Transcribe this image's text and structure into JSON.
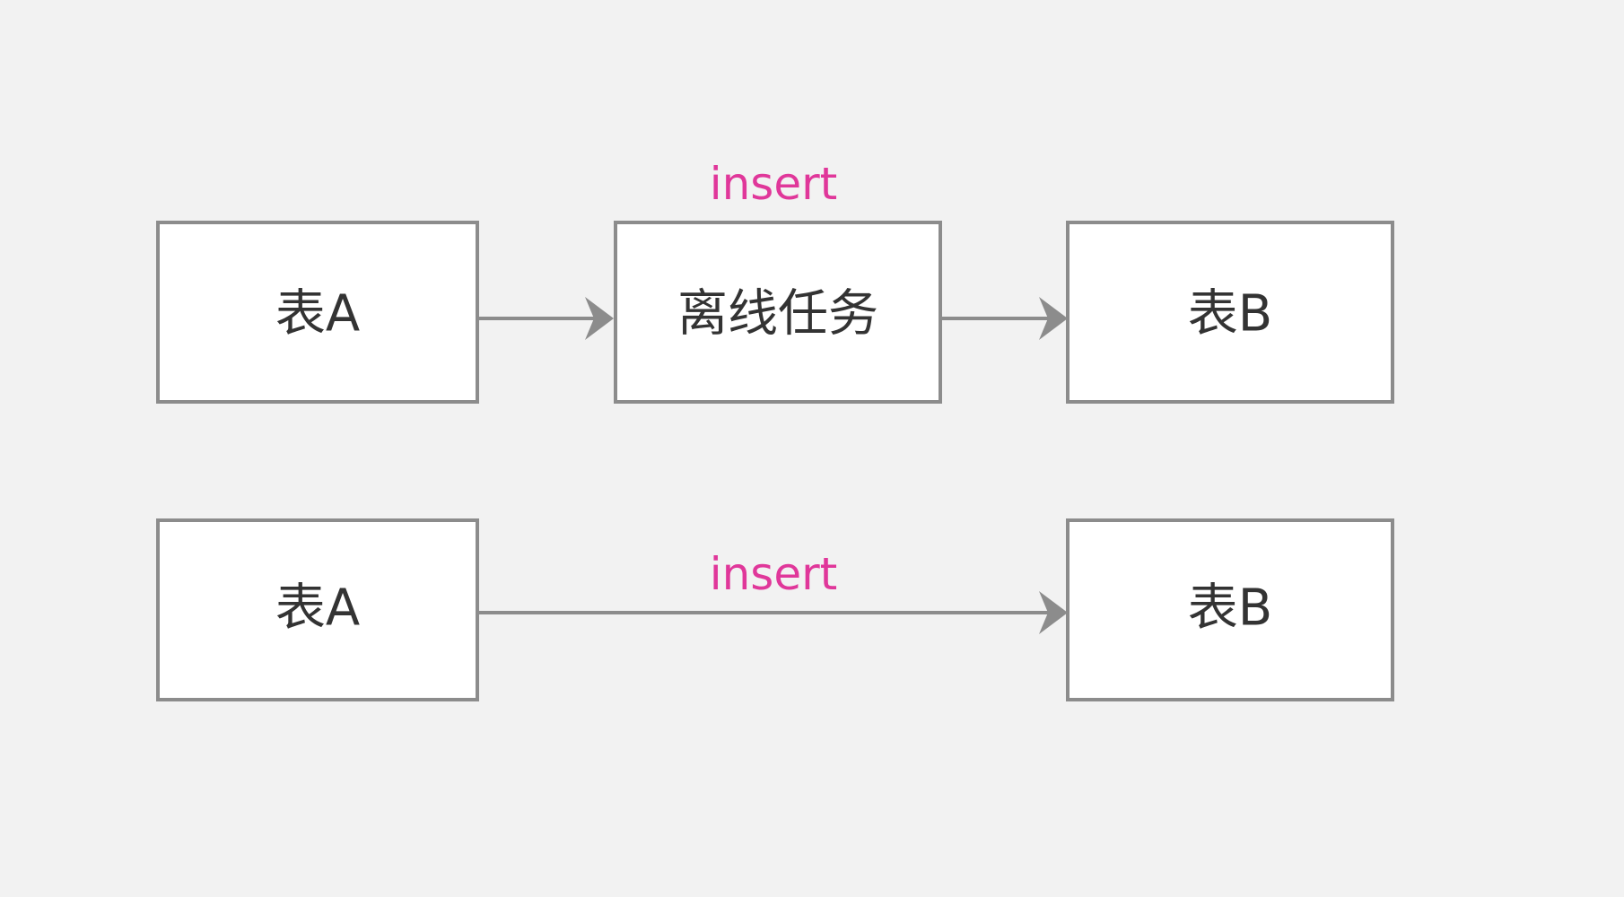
{
  "diagram": {
    "row1": {
      "table_a": "表A",
      "offline_task": "离线任务",
      "table_b": "表B",
      "edge_label": "insert"
    },
    "row2": {
      "table_a": "表A",
      "table_b": "表B",
      "edge_label": "insert"
    }
  },
  "colors": {
    "background": "#f2f2f2",
    "box_border": "#8c8c8c",
    "arrow": "#8c8c8c",
    "text": "#333333",
    "edge_label": "#e0379a"
  }
}
